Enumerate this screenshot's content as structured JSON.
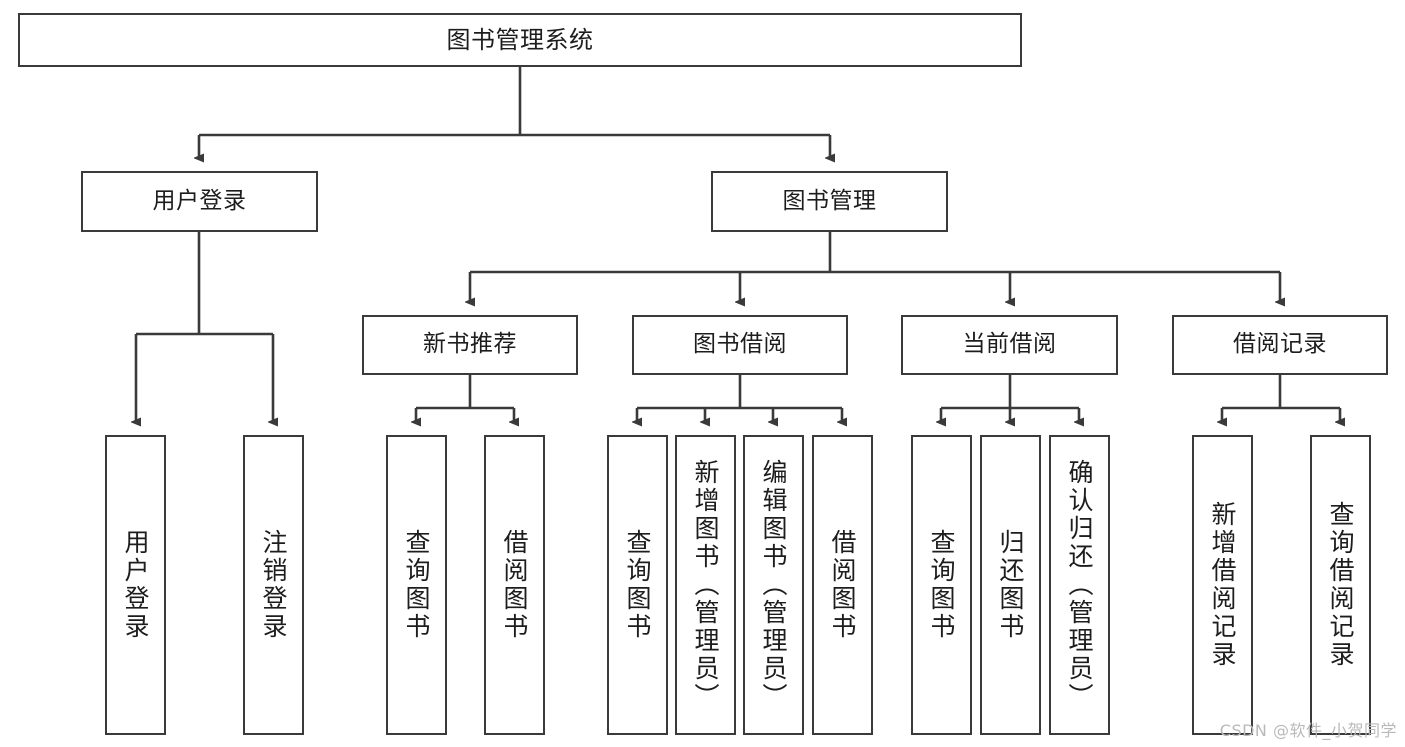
{
  "diagram": {
    "title": "图书管理系统",
    "type": "hierarchy-tree",
    "watermark": "CSDN @软件_小贺同学",
    "colors": {
      "box_border": "#3a3a3a",
      "box_fill": "#ffffff",
      "edge": "#3a3a3a",
      "text": "#1d1d1d",
      "watermark": "#b9b9b9",
      "background": "#ffffff"
    },
    "nodes": {
      "root": {
        "label": "图书管理系统"
      },
      "level2": [
        {
          "label": "用户登录"
        },
        {
          "label": "图书管理"
        }
      ],
      "level3": [
        {
          "label": "新书推荐"
        },
        {
          "label": "图书借阅"
        },
        {
          "label": "当前借阅"
        },
        {
          "label": "借阅记录"
        }
      ],
      "leaves": [
        {
          "label": "用户登录"
        },
        {
          "label": "注销登录"
        },
        {
          "label": "查询图书"
        },
        {
          "label": "借阅图书"
        },
        {
          "label": "查询图书"
        },
        {
          "label": "新增图书（管理员）"
        },
        {
          "label": "编辑图书（管理员）"
        },
        {
          "label": "借阅图书"
        },
        {
          "label": "查询图书"
        },
        {
          "label": "归还图书"
        },
        {
          "label": "确认归还（管理员）"
        },
        {
          "label": "新增借阅记录"
        },
        {
          "label": "查询借阅记录"
        }
      ]
    }
  }
}
